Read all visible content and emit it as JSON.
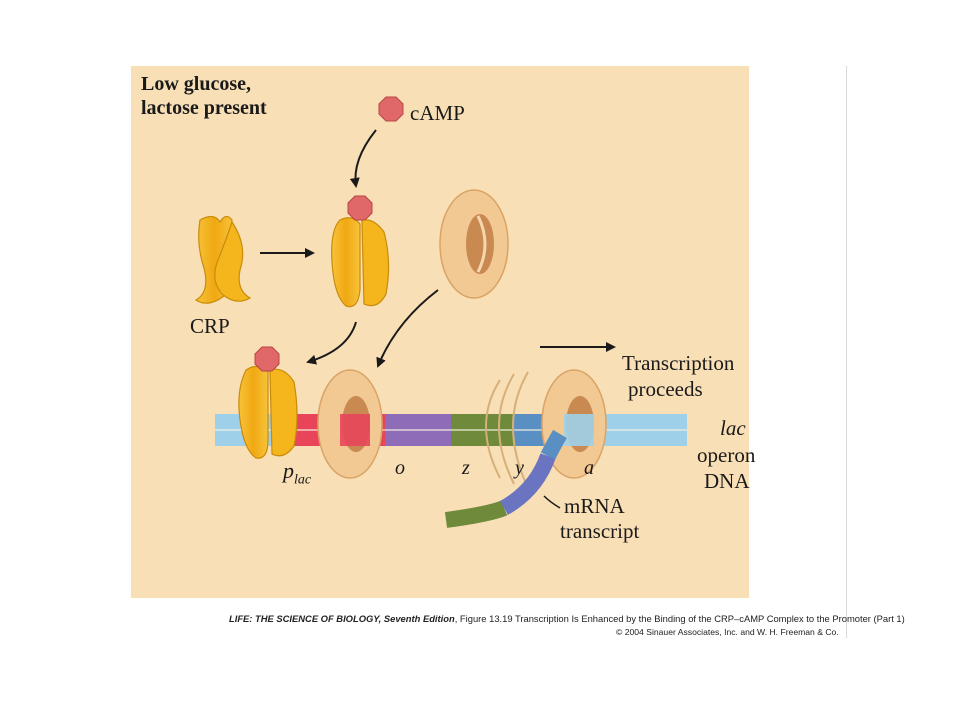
{
  "heading": [
    "Low glucose,",
    "lactose present"
  ],
  "labels": {
    "camp": "cAMP",
    "crp": "CRP",
    "transcription": [
      "Transcription",
      "proceeds"
    ],
    "lac": "lac",
    "operon": "operon",
    "dna": "DNA",
    "p": "p",
    "p_sub": "lac",
    "gene_o": "o",
    "gene_z": "z",
    "gene_y": "y",
    "gene_a": "a",
    "mrna": [
      "mRNA",
      "transcript"
    ]
  },
  "caption": {
    "book": "LIFE: THE SCIENCE OF BIOLOGY, Seventh Edition",
    "figure": ", Figure 13.19 Transcription Is Enhanced by the Binding of the CRP–cAMP Complex to the Promoter (Part 1)",
    "copyright": "© 2004 Sinauer Associates, Inc. and W. H. Freeman & Co."
  },
  "colors": {
    "background": "#f9dfb6",
    "crp_protein": "#f5b51c",
    "camp": "#e06868",
    "rna_polymerase": "#f2c992",
    "dna_light": "#9fd0ea",
    "promoter": "#e8455a",
    "operator": "#8e6cb8",
    "gene_z": "#6e8a3a",
    "gene_y": "#5a8fc4",
    "mrna_green": "#6e8a3a",
    "mrna_blue": "#6a74c0"
  }
}
